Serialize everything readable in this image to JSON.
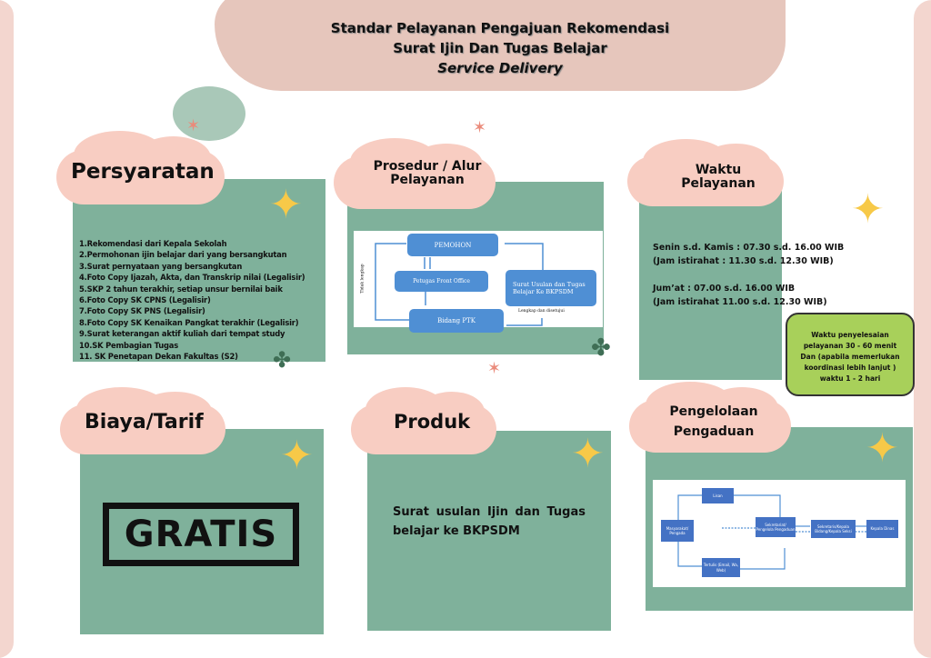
{
  "header": {
    "line1": "Standar Pelayanan Pengajuan Rekomendasi",
    "line2": "Surat Ijin Dan Tugas Belajar",
    "line3": "Service Delivery"
  },
  "persyaratan": {
    "title": "Persyaratan",
    "items": [
      "1.Rekomendasi dari Kepala Sekolah",
      "2.Permohonan ijin belajar dari yang bersangkutan",
      "3.Surat pernyataan yang bersangkutan",
      "4.Foto Copy Ijazah, Akta, dan Transkrip nilai (Legalisir)",
      "5.SKP 2 tahun terakhir, setiap unsur bernilai baik",
      "6.Foto Copy SK CPNS (Legalisir)",
      "7.Foto Copy SK PNS (Legalisir)",
      "8.Foto Copy SK Kenaikan Pangkat terakhir (Legalisir)",
      "9.Surat keterangan aktif kuliah dari tempat study",
      "10.SK Pembagian Tugas",
      "11. SK Penetapan Dekan Fakultas (S2)"
    ]
  },
  "prosedur": {
    "title1": "Prosedur / Alur",
    "title2": "Pelayanan",
    "pemohon": "PEMOHON",
    "front_office": "Petugas Front Office",
    "bidang": "Bidang PTK",
    "surat": "Surat Usulan dan Tugas Belajar Ke BKPSDM",
    "tidak_lengkap": "Tidak lengkap",
    "lengkap": "Lengkap dan disetujui"
  },
  "waktu": {
    "title1": "Waktu",
    "title2": "Pelayanan",
    "l1": "Senin s.d. Kamis : 07.30 s.d. 16.00 WIB",
    "l2": "(Jam istirahat : 11.30 s.d. 12.30 WIB)",
    "l3": "Jum’at : 07.00 s.d. 16.00 WIB",
    "l4": "(Jam istirahat 11.00 s.d. 12.30 WIB)",
    "note": [
      "Waktu penyelesaian",
      "pelayanan 30 - 60 menit",
      "Dan (apabila memerlukan",
      "koordinasi lebih lanjut )",
      "waktu 1 - 2 hari"
    ]
  },
  "biaya": {
    "title": "Biaya/Tarif",
    "value": "GRATIS"
  },
  "produk": {
    "title": "Produk",
    "text": "Surat usulan Ijin dan Tugas belajar ke BKPSDM"
  },
  "pengaduan": {
    "title1": "Pengelolaan",
    "title2": "Pengaduan",
    "masyarakat": "Masyarakat/ Pengada",
    "lisan": "Lisan",
    "tertulis": "Tertulis (Email, Wa, Web)",
    "sekretariat": "Sekretariat/ Pengelola Pengaduan",
    "sekretaris": "Sekretaris/Kepala Bidang/Kepala Seksi",
    "kadis": "Kepala Dinas"
  },
  "colors": {
    "green": "#7fb19b",
    "pink": "#f8cdc2",
    "header": "#e6c6bc",
    "flow_blue": "#4f8fd4",
    "note_green": "#a8d05a"
  }
}
